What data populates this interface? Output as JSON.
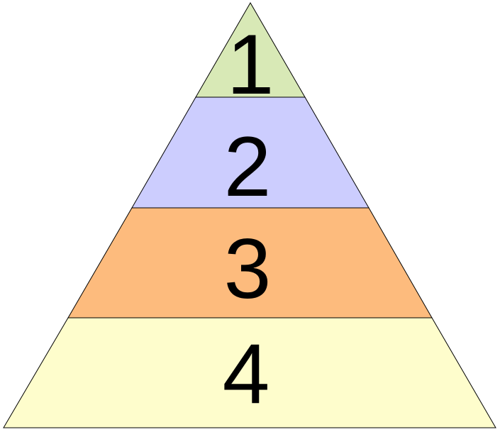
{
  "tiers": [
    {
      "label": "1",
      "color": "#d8e9b6"
    },
    {
      "label": "2",
      "color": "#cccdfe"
    },
    {
      "label": "3",
      "color": "#fdbb7d"
    },
    {
      "label": "4",
      "color": "#fefdcc"
    }
  ]
}
